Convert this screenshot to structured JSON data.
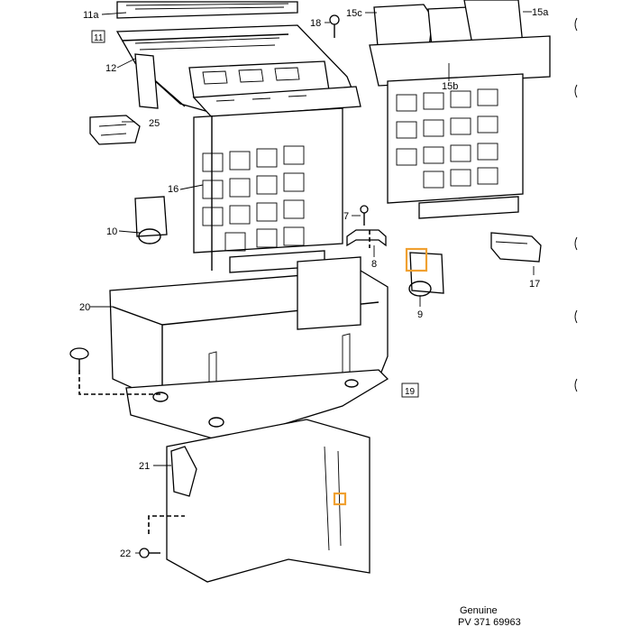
{
  "callouts": {
    "c11a": "11a",
    "c11": "11",
    "c12": "12",
    "c25": "25",
    "c16": "16",
    "c10": "10",
    "c20": "20",
    "c21": "21",
    "c22": "22",
    "c18": "18",
    "c15c": "15c",
    "c15a": "15a",
    "c15b": "15b",
    "c7": "7",
    "c8": "8",
    "c9": "9",
    "c17": "17",
    "c19": "19"
  },
  "footer": {
    "line1": "Genuine",
    "line2": "PV 371 69963"
  },
  "colors": {
    "line": "#000000",
    "highlight": "#f0a030",
    "background": "#ffffff"
  }
}
